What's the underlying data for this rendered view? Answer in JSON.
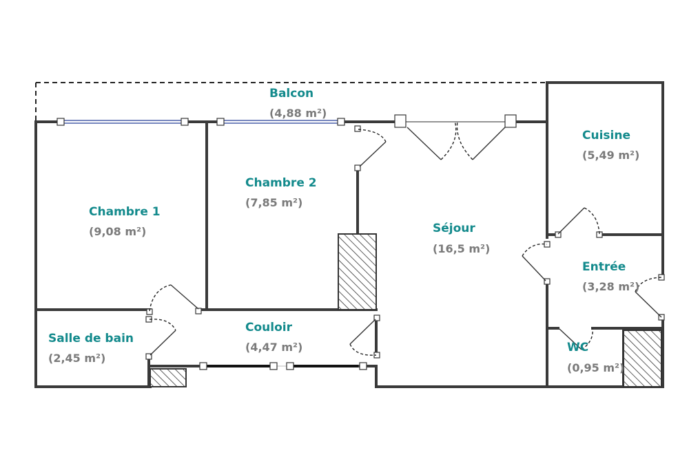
{
  "plan": {
    "rooms": [
      {
        "id": "balcon",
        "name": "Balcon",
        "area": "(4,88 m²)"
      },
      {
        "id": "chambre-1",
        "name": "Chambre 1",
        "area": "(9,08 m²)"
      },
      {
        "id": "chambre-2",
        "name": "Chambre 2",
        "area": "(7,85 m²)"
      },
      {
        "id": "sejour",
        "name": "Séjour",
        "area": "(16,5 m²)"
      },
      {
        "id": "cuisine",
        "name": "Cuisine",
        "area": "(5,49 m²)"
      },
      {
        "id": "entree",
        "name": "Entrée",
        "area": "(3,28 m²)"
      },
      {
        "id": "salle-de-bain",
        "name": "Salle de bain",
        "area": "(2,45 m²)"
      },
      {
        "id": "couloir",
        "name": "Couloir",
        "area": "(4,47 m²)"
      },
      {
        "id": "wc",
        "name": "WC",
        "area": "(0,95 m²)"
      }
    ],
    "colors": {
      "room_name": "#138a8c",
      "room_area": "#7a7a7a",
      "wall": "#3a3a3a",
      "window": "#4a5fa8"
    }
  }
}
